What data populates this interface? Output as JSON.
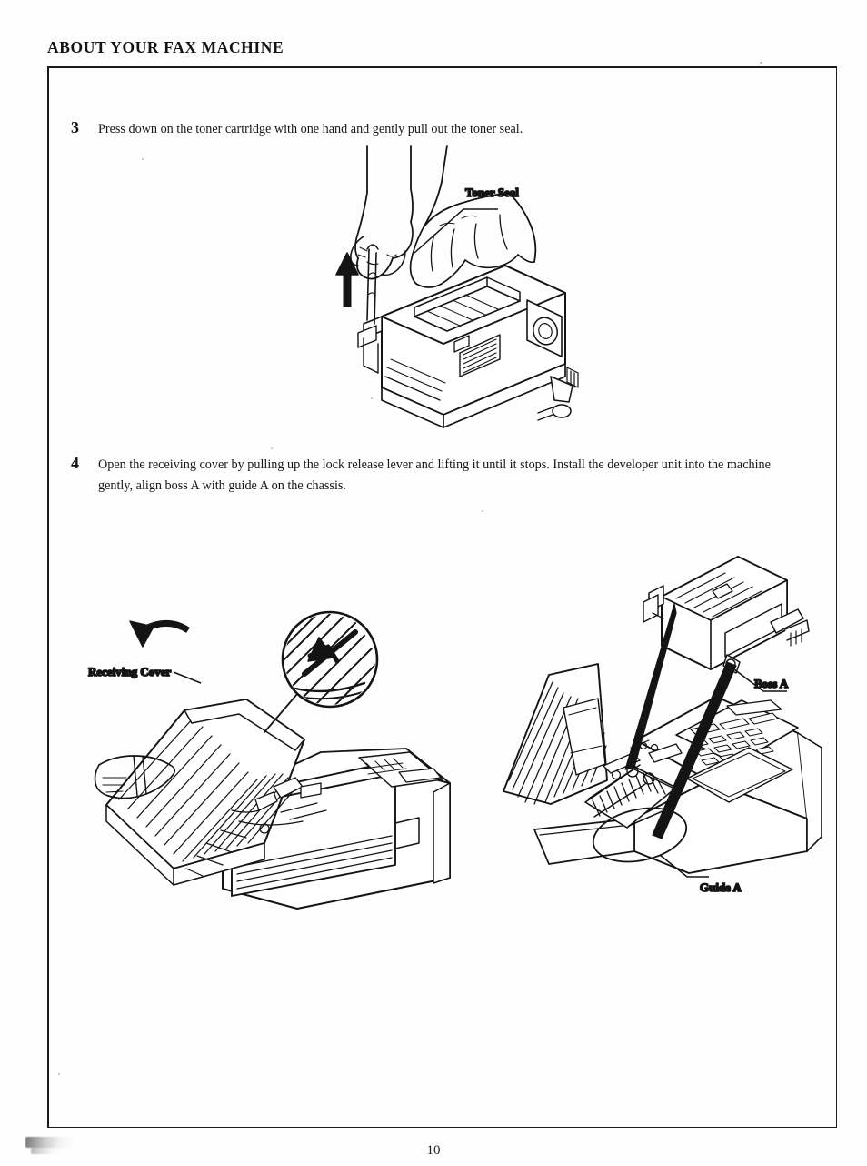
{
  "document": {
    "running_header": "ABOUT YOUR FAX MACHINE",
    "page_number": "10"
  },
  "steps": [
    {
      "number": "3",
      "text": "Press down on the toner cartridge with one hand and gently pull out the toner seal."
    },
    {
      "number": "4",
      "text": "Open the receiving cover by pulling up the lock release lever and lifting it until it stops.  Install the developer unit into the machine gently, align boss A with guide A on the chassis."
    }
  ],
  "figures": {
    "toner": {
      "name": "toner-cartridge-seal-removal",
      "callouts": [
        {
          "label": "Toner Seal"
        }
      ]
    },
    "receiving_cover": {
      "name": "fax-machine-receiving-cover-open",
      "callouts": [
        {
          "label": "Receiving Cover"
        }
      ]
    },
    "developer": {
      "name": "developer-unit-installation",
      "callouts": [
        {
          "label": "Boss A"
        },
        {
          "label": "Guide A"
        }
      ]
    }
  },
  "colors": {
    "ink": "#141414",
    "paper": "#fefefe",
    "rule": "#1b1b1b"
  }
}
